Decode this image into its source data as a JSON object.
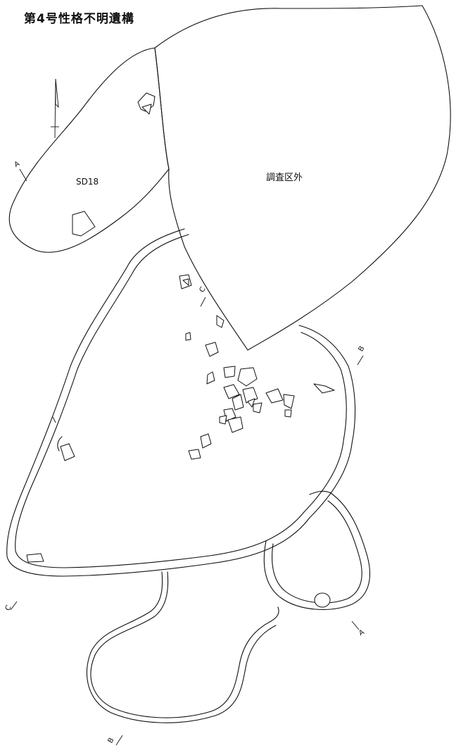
{
  "title": "第4号性格不明遺構",
  "labels": {
    "sd18": "SD18",
    "outside_area": "調査区外",
    "section_a": "A",
    "section_b": "B",
    "section_c": "C"
  }
}
